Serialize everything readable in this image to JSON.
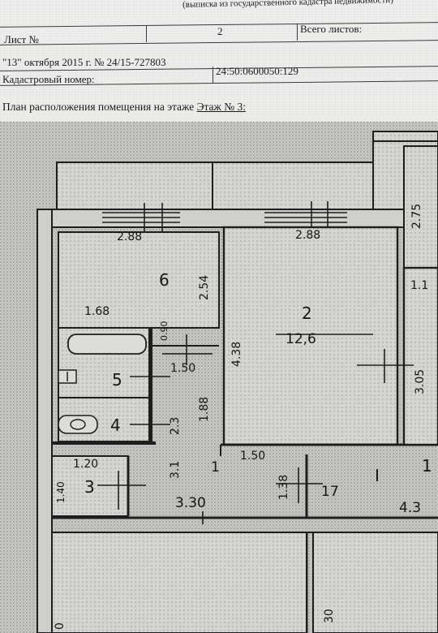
{
  "header": {
    "extract_note": "(выписка из государственного кадастра недвижимости)",
    "sheet_label": "Лист №",
    "sheet_number": "2",
    "total_sheets_label": "Всего листов:",
    "date_number": "\"13\" октября 2015 г. № 24/15-727803",
    "cadastral_label": "Кадастровый номер:",
    "cadastral_number": "24:50:0600050:129",
    "plan_title_prefix": "План расположения помещения на этаже ",
    "plan_title_floor": "Этаж № 3:"
  },
  "plan": {
    "rooms": [
      {
        "number": "6"
      },
      {
        "number": "2",
        "area": "12,6"
      },
      {
        "number": "5"
      },
      {
        "number": "4"
      },
      {
        "number": "3"
      },
      {
        "number": "1"
      },
      {
        "number": "17"
      },
      {
        "number": "I"
      },
      {
        "number": "1"
      }
    ],
    "dimensions": {
      "room6_top": "2.88",
      "room2_top": "2.88",
      "room6_side": "2.54",
      "room6_width": "1.68",
      "room2_left": "4.38",
      "room2_right": "3.05",
      "bath_small": "0.90",
      "room5_width": "1.50",
      "room5_side": "1.88",
      "room4_side": "2.3",
      "corridor_width": "1.50",
      "corridor_side": "3.1",
      "room3_width": "1.20",
      "room3_side": "1.40",
      "corridor_side2": "1.38",
      "corridor_bottom": "3.30",
      "right_top": "2.75",
      "right_partial": "1.1",
      "right_bottom": "4.3",
      "bottom_left": "0",
      "bottom_mid": "30"
    }
  }
}
